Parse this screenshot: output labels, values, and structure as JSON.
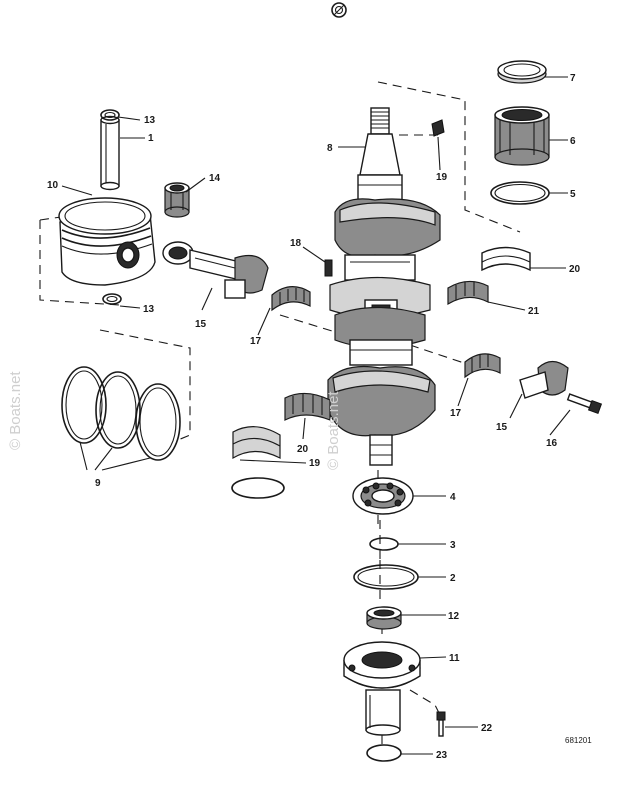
{
  "figure_code": "681201",
  "watermark": "© Boats.net",
  "callouts": [
    "1",
    "2",
    "3",
    "4",
    "5",
    "6",
    "7",
    "8",
    "9",
    "10",
    "11",
    "12",
    "13",
    "13",
    "14",
    "15",
    "15",
    "16",
    "17",
    "17",
    "18",
    "19",
    "19",
    "20",
    "20",
    "21",
    "22",
    "23"
  ]
}
